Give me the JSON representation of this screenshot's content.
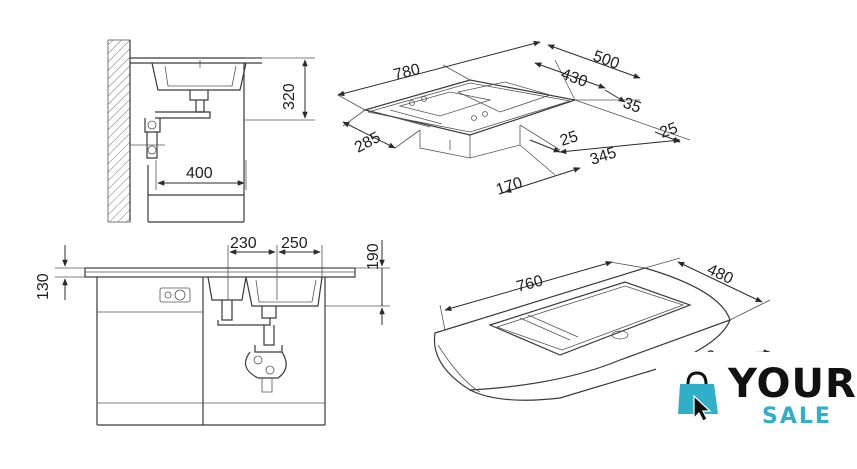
{
  "dimensions": {
    "side_height_320": "320",
    "side_width_400": "400",
    "top_length_780": "780",
    "top_width_500": "500",
    "top_width_430": "430",
    "top_offset_35": "35",
    "top_bowl_285": "285",
    "top_offset_25a": "25",
    "top_bowl_345": "345",
    "top_offset_25b": "25",
    "top_drain_170": "170",
    "front_230": "230",
    "front_250": "250",
    "front_height_190": "190",
    "front_rim_130": "130",
    "iso_length_760": "760",
    "iso_width_480": "480",
    "iso_partial_390": "390"
  },
  "logo": {
    "word_1": "YOUR",
    "word_2": "SALE",
    "brand_dark": "#111111",
    "brand_accent": "#2fb0c8",
    "icon": "shopping-bag-cursor-icon"
  }
}
